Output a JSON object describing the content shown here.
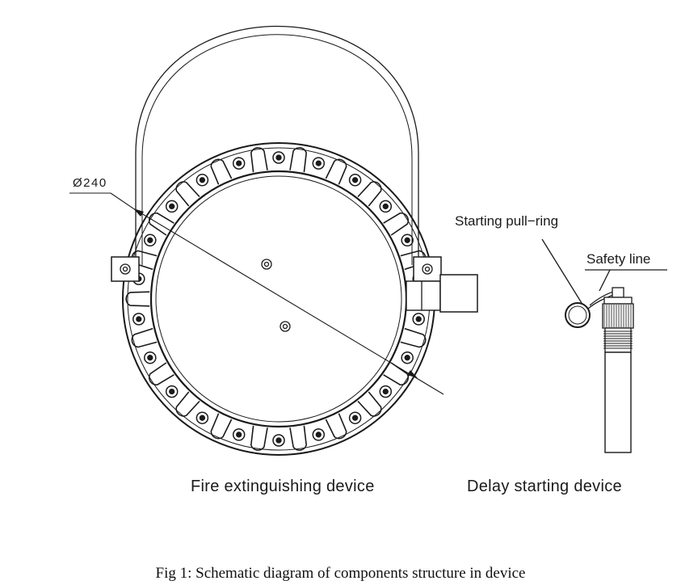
{
  "labels": {
    "diameter": "240",
    "diameter_symbol": "Ø",
    "pull_ring": "Starting pull−ring",
    "safety_line": "Safety line",
    "fire_device": "Fire extinguishing device",
    "delay_device": "Delay starting device"
  },
  "caption": "Fig 1: Schematic diagram of components structure in device",
  "colors": {
    "line": "#1a1a1a",
    "background": "#ffffff"
  },
  "bolt_count": 22
}
